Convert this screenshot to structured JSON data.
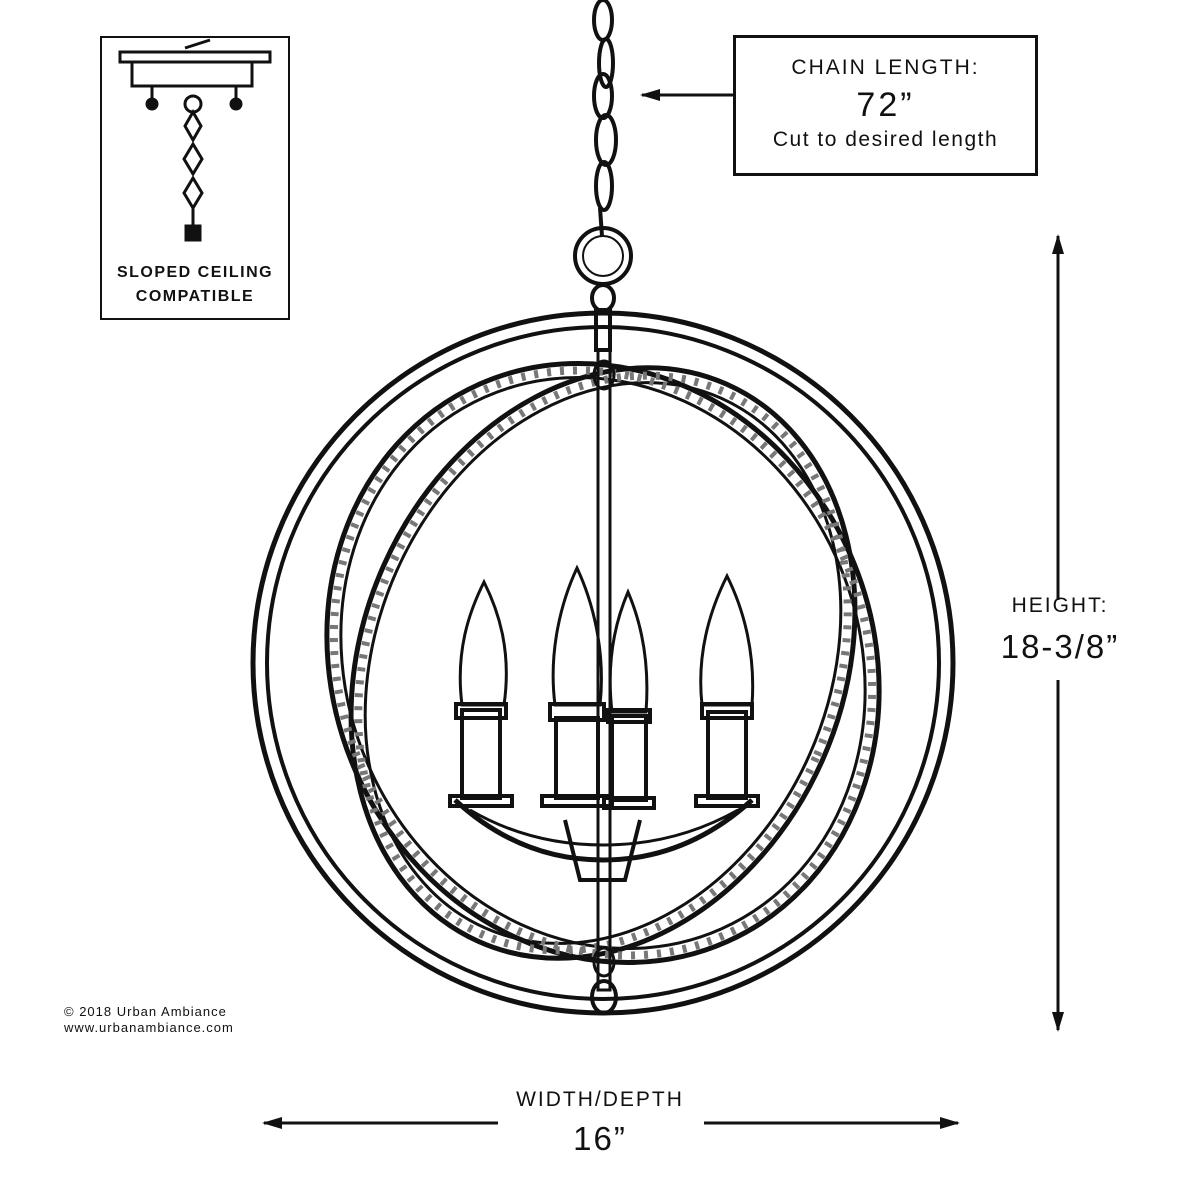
{
  "inset": {
    "caption_line1": "SLOPED CEILING",
    "caption_line2": "COMPATIBLE"
  },
  "chain": {
    "title": "CHAIN LENGTH:",
    "value": "72”",
    "note": "Cut to desired length"
  },
  "height": {
    "title": "HEIGHT:",
    "value": "18-3/8”"
  },
  "width": {
    "title": "WIDTH/DEPTH",
    "value": "16”"
  },
  "copyright": {
    "line1": "© 2018 Urban Ambiance",
    "line2": "www.urbanambiance.com"
  },
  "colors": {
    "ink": "#111111",
    "background": "#ffffff"
  },
  "icons": {
    "arrow": "arrow-icon",
    "chandelier": "chandelier-icon"
  }
}
